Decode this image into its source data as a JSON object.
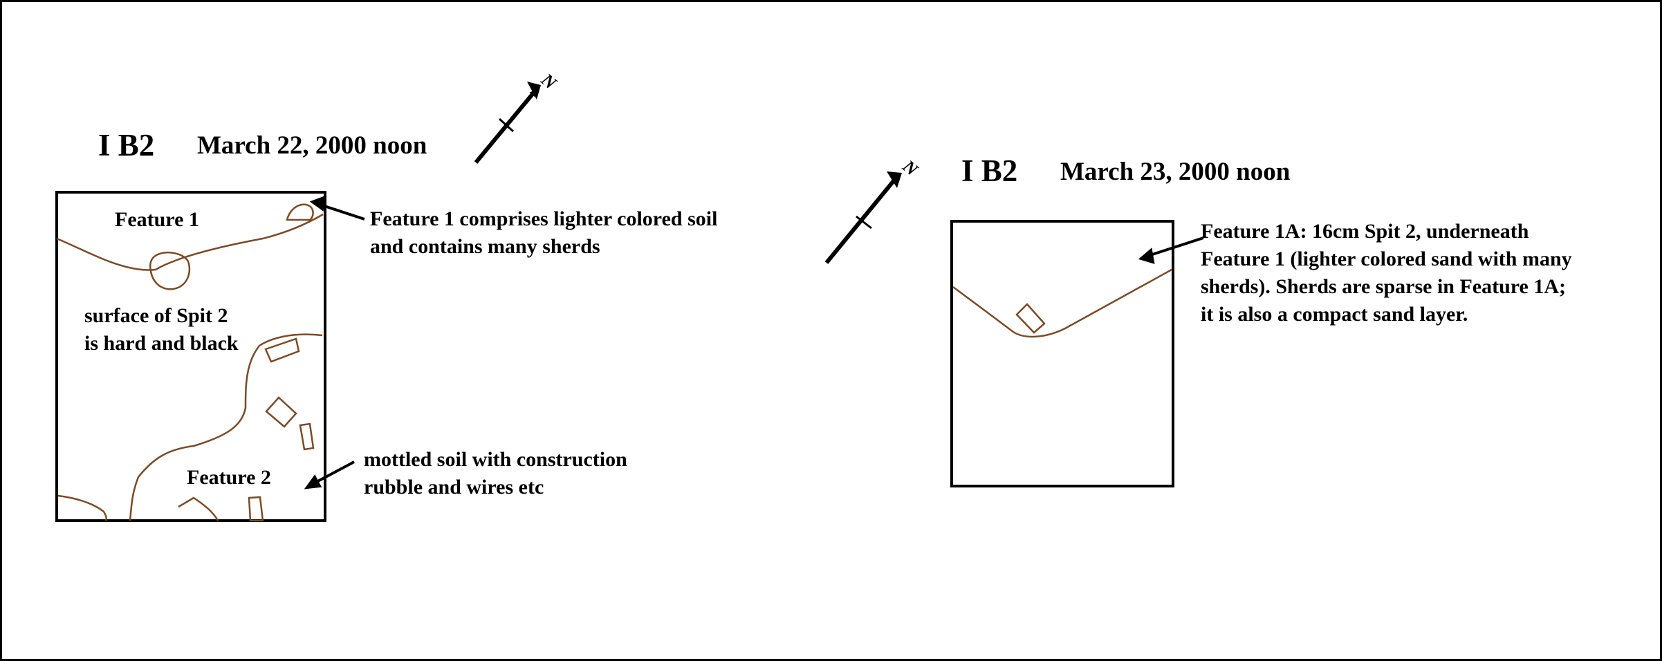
{
  "colors": {
    "feature_line": "#7a4a26",
    "ink": "#000000",
    "background": "#ffffff"
  },
  "north_label": "N",
  "left_plan": {
    "unit": "I B2",
    "date": "March 22, 2000 noon",
    "feature_1_label": "Feature 1",
    "feature_2_label": "Feature 2",
    "surface_note": [
      "surface of Spit 2",
      "is hard and black"
    ],
    "feature_1_note": [
      "Feature 1 comprises lighter colored soil",
      "and contains many sherds"
    ],
    "feature_2_note": [
      "mottled soil with construction",
      "rubble and wires etc"
    ]
  },
  "right_plan": {
    "unit": "I B2",
    "date": "March 23, 2000 noon",
    "feature_1a_note": [
      "Feature 1A: 16cm Spit 2, underneath",
      "Feature 1 (lighter colored sand with many",
      "sherds). Sherds are sparse in Feature 1A;",
      "it is also a compact sand layer."
    ]
  }
}
